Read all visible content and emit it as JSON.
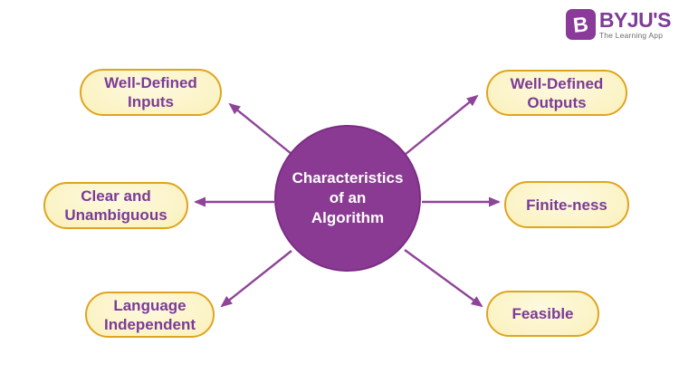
{
  "logo": {
    "badge_letter": "B",
    "name": "BYJU'S",
    "tagline": "The Learning App",
    "badge_color": "#8a3a99",
    "name_color": "#7d3c96",
    "tagline_color": "#6d6e71"
  },
  "diagram": {
    "type": "radial-mind-map",
    "center": {
      "lines": [
        "Characteristics",
        "of an",
        "Algorithm"
      ],
      "fill_color": "#8a3a92",
      "text_color": "#ffffff"
    },
    "arrow_color": "#8e4498",
    "node_fill_color": "#fbf3c4",
    "node_border_color": "#dfa41f",
    "node_text_color": "#7b3b97",
    "nodes": [
      {
        "id": "well-defined-inputs",
        "lines": [
          "Well-Defined",
          "Inputs"
        ]
      },
      {
        "id": "well-defined-outputs",
        "lines": [
          "Well-Defined",
          "Outputs"
        ]
      },
      {
        "id": "clear-and-unambiguous",
        "lines": [
          "Clear and",
          "Unambiguous"
        ]
      },
      {
        "id": "finite-ness",
        "lines": [
          "Finite-ness"
        ]
      },
      {
        "id": "language-independent",
        "lines": [
          "Language",
          "Independent"
        ]
      },
      {
        "id": "feasible",
        "lines": [
          "Feasible"
        ]
      }
    ]
  }
}
